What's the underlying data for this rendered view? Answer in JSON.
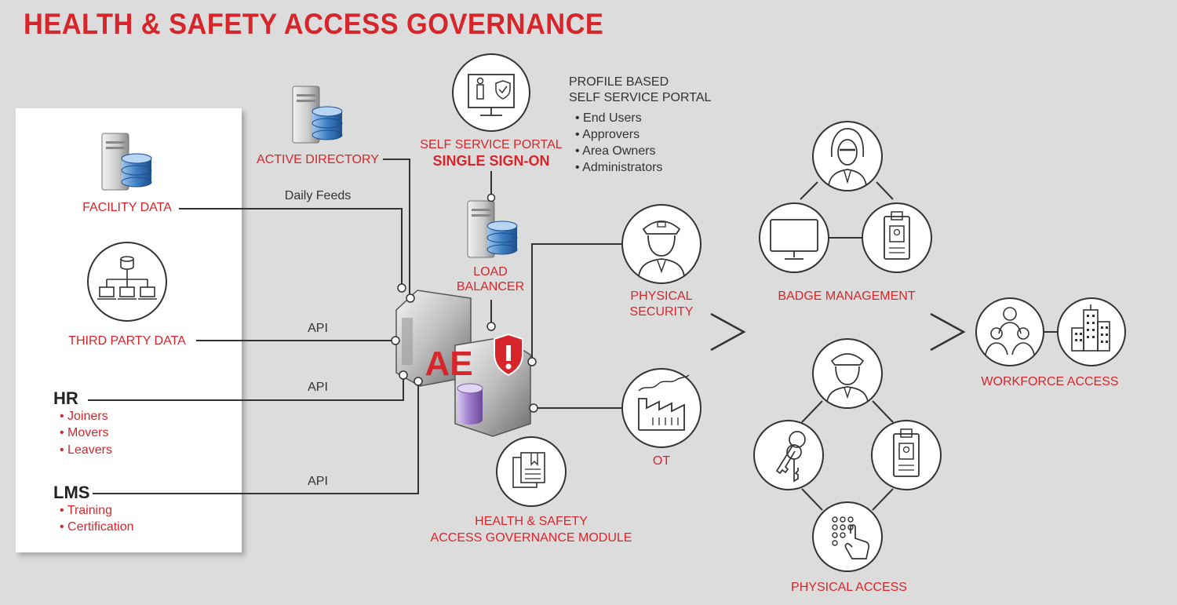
{
  "title": "HEALTH & SAFETY ACCESS GOVERNANCE",
  "sources": {
    "facility_data": "FACILITY DATA",
    "third_party_data": "THIRD PARTY DATA",
    "hr": {
      "heading": "HR",
      "items": [
        "Joiners",
        "Movers",
        "Leavers"
      ]
    },
    "lms": {
      "heading": "LMS",
      "items": [
        "Training",
        "Certification"
      ]
    }
  },
  "connections": {
    "daily_feeds": "Daily Feeds",
    "api_third_party": "API",
    "api_hr": "API",
    "api_lms": "API"
  },
  "active_directory": "ACTIVE DIRECTORY",
  "portal": {
    "line1": "SELF SERVICE PORTAL",
    "line2": "SINGLE SIGN-ON"
  },
  "profile_portal": {
    "line1": "PROFILE BASED",
    "line2": "SELF SERVICE PORTAL",
    "items": [
      "End Users",
      "Approvers",
      "Area Owners",
      "Administrators"
    ]
  },
  "load_balancer": {
    "line1": "LOAD",
    "line2": "BALANCER"
  },
  "core": {
    "logo_text": "AE",
    "module_line1": "HEALTH & SAFETY",
    "module_line2": "ACCESS GOVERNANCE MODULE"
  },
  "outputs": {
    "physical_security": {
      "line1": "PHYSICAL",
      "line2": "SECURITY"
    },
    "ot": "OT"
  },
  "badge_management": "BADGE MANAGEMENT",
  "physical_access": "PHYSICAL ACCESS",
  "workforce_access": "WORKFORCE ACCESS",
  "colors": {
    "accent": "#d7262b",
    "text": "#333333",
    "background": "#dcdcdc",
    "line": "#333333"
  }
}
